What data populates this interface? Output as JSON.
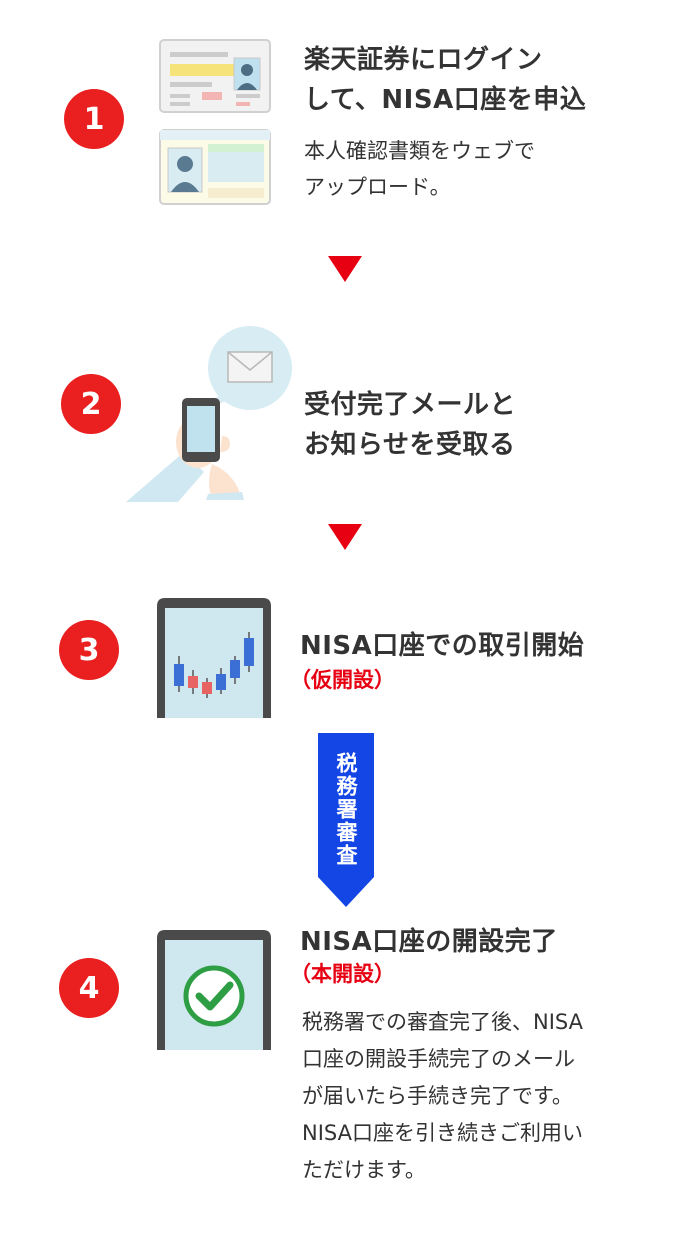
{
  "steps": [
    {
      "number": "1",
      "title_line1": "楽天証券にログイン",
      "title_line2": "して、NISA口座を申込",
      "description_line1": "本人確認書類をウェブで",
      "description_line2": "アップロード。",
      "illustration_icon": "id-card-documents-icon"
    },
    {
      "number": "2",
      "title_line1": "受付完了メールと",
      "title_line2": "お知らせを受取る",
      "illustration_icon": "smartphone-mail-icon"
    },
    {
      "number": "3",
      "title": "NISA口座での取引開始",
      "subtitle": "（仮開設）",
      "illustration_icon": "tablet-chart-icon"
    },
    {
      "number": "4",
      "title": "NISA口座の開設完了",
      "subtitle": "（本開設）",
      "description_lines": [
        "税務署での審査完了後、NISA",
        "口座の開設手続完了のメール",
        "が届いたら手続き完了です。",
        "NISA口座を引き続きご利用い",
        "ただけます。"
      ],
      "illustration_icon": "tablet-check-icon"
    }
  ],
  "review_arrow_label": "税務署審査",
  "colors": {
    "accent_red": "#e60012",
    "step_circle_red": "#ea1f1f",
    "review_blue": "#1446e6",
    "text": "#333333",
    "check_green": "#2e9e44"
  }
}
